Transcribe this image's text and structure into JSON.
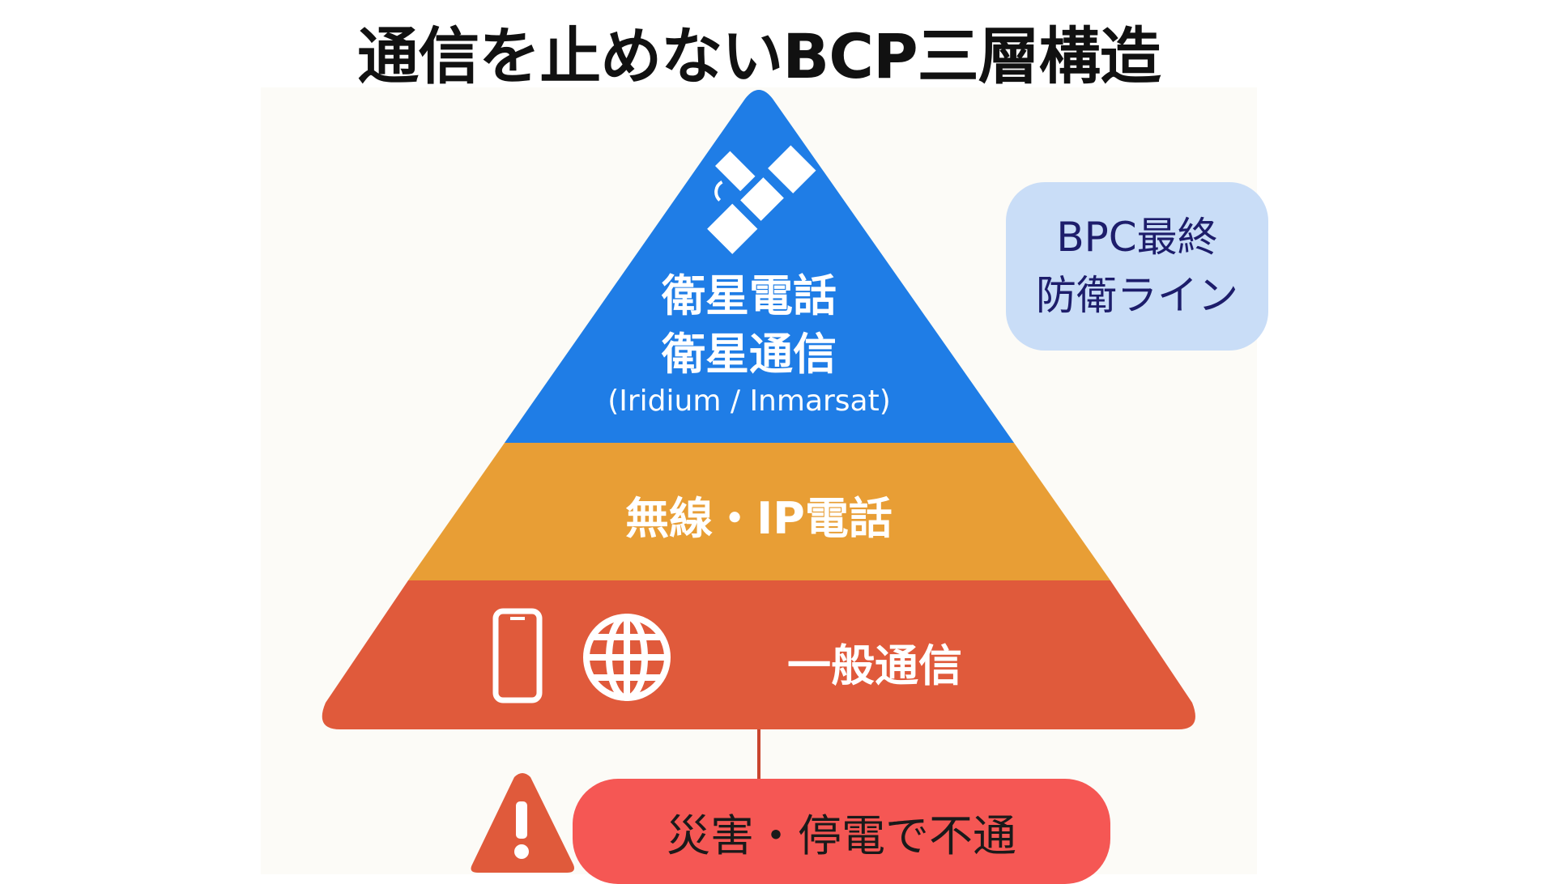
{
  "title": "通信を止めないBCP三層構造",
  "layers": [
    {
      "name": "satellite",
      "lines": [
        "衛星電話",
        "衛星通信"
      ],
      "sub": "(Iridium / Inmarsat)",
      "color": "#1f7de6",
      "icon": "satellite-icon"
    },
    {
      "name": "radio-ip",
      "label": "無線・IP電話",
      "color": "#e89e35"
    },
    {
      "name": "general",
      "label": "一般通信",
      "color": "#e05a3b",
      "icons": [
        "smartphone-icon",
        "globe-icon"
      ]
    }
  ],
  "badge": {
    "line1": "BPC最終",
    "line2": "防衛ライン"
  },
  "alert": {
    "label": "災害・停電で不通",
    "icon": "warning-icon",
    "color": "#f55754"
  }
}
